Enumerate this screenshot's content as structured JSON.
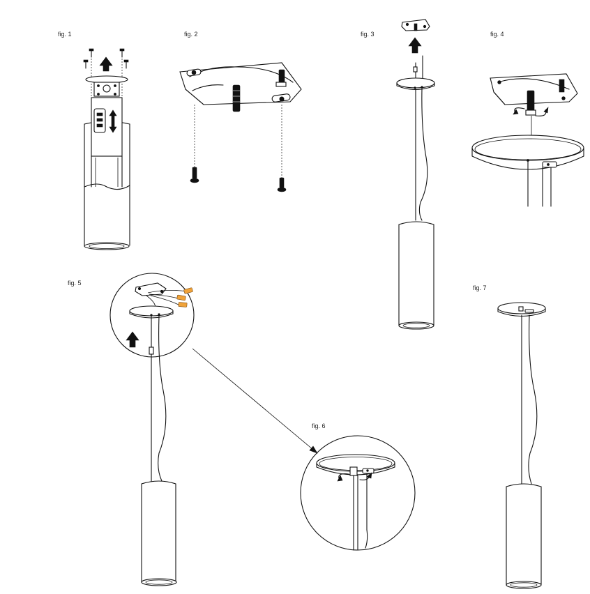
{
  "figures": [
    {
      "id": "fig1",
      "label": "fig. 1"
    },
    {
      "id": "fig2",
      "label": "fig. 2"
    },
    {
      "id": "fig3",
      "label": "fig. 3"
    },
    {
      "id": "fig4",
      "label": "fig. 4"
    },
    {
      "id": "fig5",
      "label": "fig. 5"
    },
    {
      "id": "fig6",
      "label": "fig. 6"
    },
    {
      "id": "fig7",
      "label": "fig. 7"
    }
  ],
  "colors": {
    "line": "#111111",
    "wire_connector": "#f0a33a",
    "background": "#ffffff"
  },
  "icons": [
    "up-arrow-icon",
    "up-down-arrow-icon",
    "rotate-arrow-icon",
    "screw-icon"
  ]
}
